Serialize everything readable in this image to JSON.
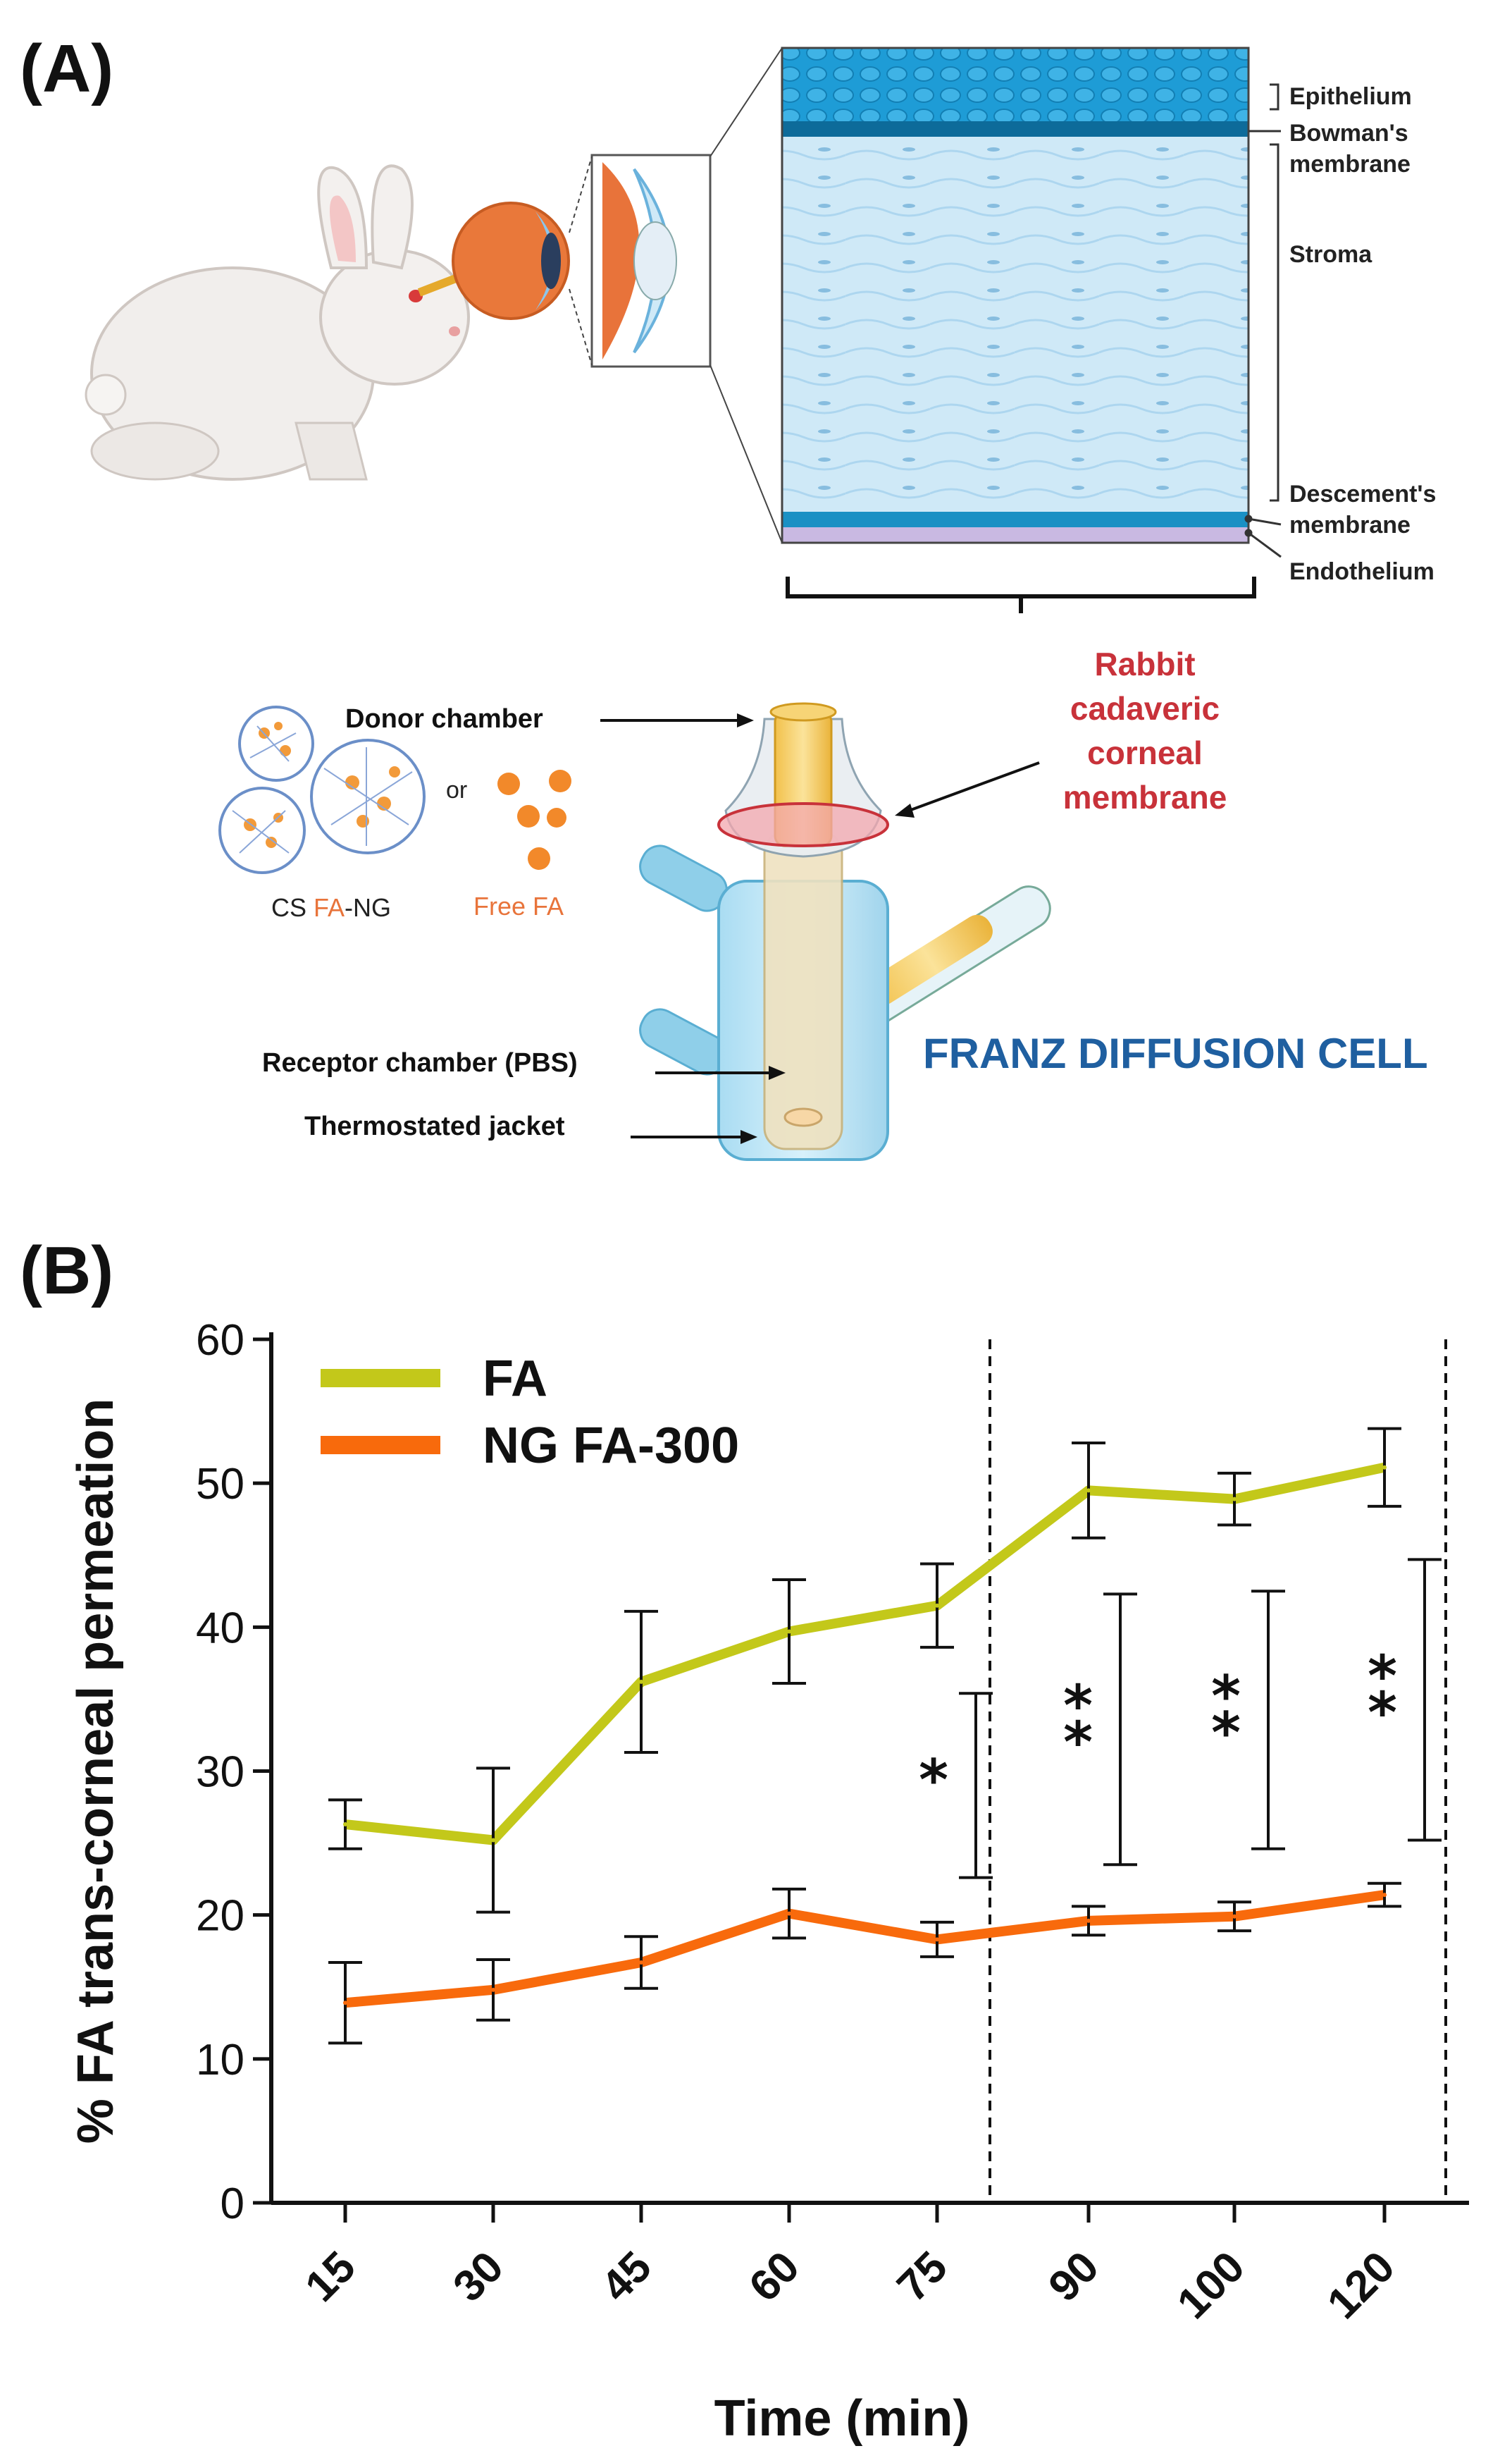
{
  "panel_a": {
    "label": "(A)",
    "cornea_layers": {
      "epithelium": "Epithelium",
      "bowmans": "Bowman's\nmembrane",
      "stroma": "Stroma",
      "descemets": "Descement's\nmembrane",
      "endothelium": "Endothelium"
    },
    "membrane_label": "Rabbit\ncadaveric\ncorneal\nmembrane",
    "donor_chamber": "Donor chamber",
    "or_text": "or",
    "cs_fa_ng": {
      "prefix": "CS ",
      "fa": "FA",
      "suffix": "-NG"
    },
    "free_fa": "Free FA",
    "receptor_chamber": "Receptor chamber (PBS)",
    "thermostated_jacket": "Thermostated jacket",
    "franz_title": "FRANZ DIFFUSION CELL",
    "colors": {
      "membrane_red": "#c8323a",
      "franz_blue": "#1f5fa0",
      "fa_orange": "#e8743b",
      "cornea_blue": "#cfe9f7",
      "epithelium_blue": "#1e9cd6"
    },
    "icons": [
      "rabbit-illustration",
      "eyeball-illustration",
      "cornea-section-illustration",
      "nanogel-particles",
      "free-fa-particles",
      "franz-cell-illustration"
    ]
  },
  "panel_b": {
    "label": "(B)",
    "chart_data": {
      "type": "line",
      "xlabel": "Time (min)",
      "ylabel": "% FA trans-corneal permeation",
      "categories": [
        "15",
        "30",
        "45",
        "60",
        "75",
        "90",
        "100",
        "120"
      ],
      "ylim": [
        0,
        60
      ],
      "yticks": [
        0,
        10,
        20,
        30,
        40,
        50,
        60
      ],
      "grid": false,
      "legend_position": "top-left",
      "series": [
        {
          "name": "FA",
          "color": "#c3c81a",
          "values": [
            26.3,
            25.2,
            36.2,
            39.7,
            41.5,
            49.5,
            48.9,
            51.1
          ],
          "error": [
            1.7,
            5.0,
            4.9,
            3.6,
            2.9,
            3.3,
            1.8,
            2.7
          ]
        },
        {
          "name": "NG FA-300",
          "color": "#f86a0c",
          "values": [
            13.9,
            14.8,
            16.7,
            20.1,
            18.3,
            19.6,
            19.9,
            21.4
          ],
          "error": [
            2.8,
            2.1,
            1.8,
            1.7,
            1.2,
            1.0,
            1.0,
            0.8
          ]
        }
      ],
      "significance": [
        {
          "between": "75",
          "label": "*",
          "range": [
            22.6,
            35.4
          ]
        },
        {
          "between": "90",
          "label": "**",
          "range": [
            23.5,
            42.3
          ]
        },
        {
          "between": "100",
          "label": "**",
          "range": [
            24.6,
            42.5
          ]
        },
        {
          "between": "120",
          "label": "**",
          "range": [
            25.2,
            44.7
          ]
        }
      ],
      "dashed_dividers": [
        "after 75",
        "after 120"
      ]
    }
  }
}
